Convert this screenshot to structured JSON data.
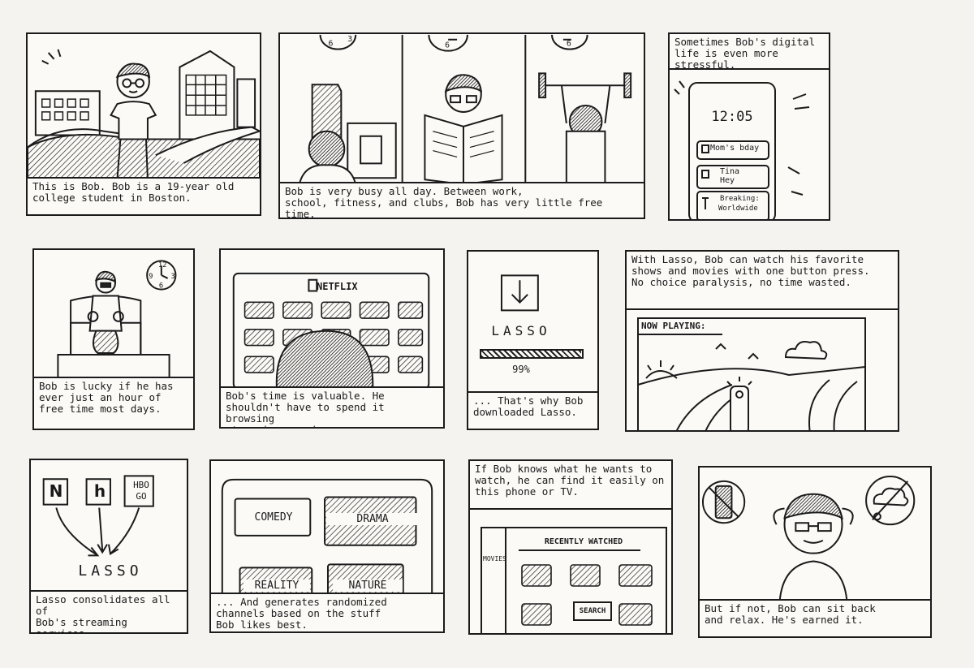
{
  "panels": {
    "p1": {
      "caption": "This is Bob. Bob is a 19-year old\ncollege student in Boston."
    },
    "p2": {
      "caption": "Bob is very busy all day. Between work,\nschool, fitness, and clubs, Bob has very little free time."
    },
    "p3": {
      "caption": "Sometimes Bob's digital\nlife is even more stressful.",
      "time": "12:05",
      "notif1": "Mom's bday",
      "notif2_line1": "Tina",
      "notif2_line2": "Hey",
      "notif3_line1": "Breaking:",
      "notif3_line2": "Worldwide"
    },
    "p4": {
      "caption": "Bob is lucky if he has\never just an hour of\nfree time most days."
    },
    "p5": {
      "caption": "Bob's time is valuable. He\nshouldn't have to spend it browsing\nstreaming services.",
      "brand": "NETFLIX"
    },
    "p6": {
      "caption": "... That's why Bob\ndownloaded Lasso.",
      "app_name": "LASSO",
      "progress_label": "99%",
      "progress": 0.99
    },
    "p7": {
      "caption": "With Lasso, Bob can watch his favorite\nshows and movies with one button press.\nNo choice paralysis, no time wasted.",
      "banner": "NOW PLAYING:"
    },
    "p8": {
      "caption": "Lasso consolidates all of\nBob's streaming services\non to a single platform.",
      "logo1": "N",
      "logo2": "h",
      "logo3_line1": "HBO",
      "logo3_line2": "GO",
      "app_name": "LASSO"
    },
    "p9": {
      "caption": "... And generates randomized\nchannels based on the stuff\nBob likes best.",
      "genre1": "COMEDY",
      "genre2": "DRAMA",
      "genre3": "REALITY",
      "genre4": "NATURE"
    },
    "p10": {
      "caption": "If Bob knows what he wants to\nwatch, he can find it easily on\nthis phone or TV.",
      "side_label": "MOVIES",
      "section": "RECENTLY WATCHED",
      "search": "SEARCH"
    },
    "p11": {
      "caption": "But if not, Bob can sit back\nand relax. He's earned it."
    }
  }
}
